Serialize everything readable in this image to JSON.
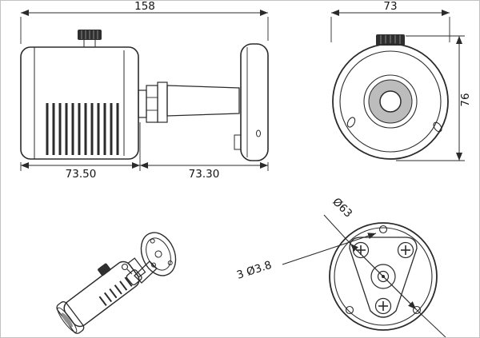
{
  "views": {
    "side": {
      "dim_total": "158",
      "dim_body": "73.50",
      "dim_arm": "73.30"
    },
    "front": {
      "dim_width": "73",
      "dim_height": "76"
    },
    "base": {
      "dim_bolt_circle": "Ø63",
      "dim_holes": "3 Ø3.8"
    }
  }
}
